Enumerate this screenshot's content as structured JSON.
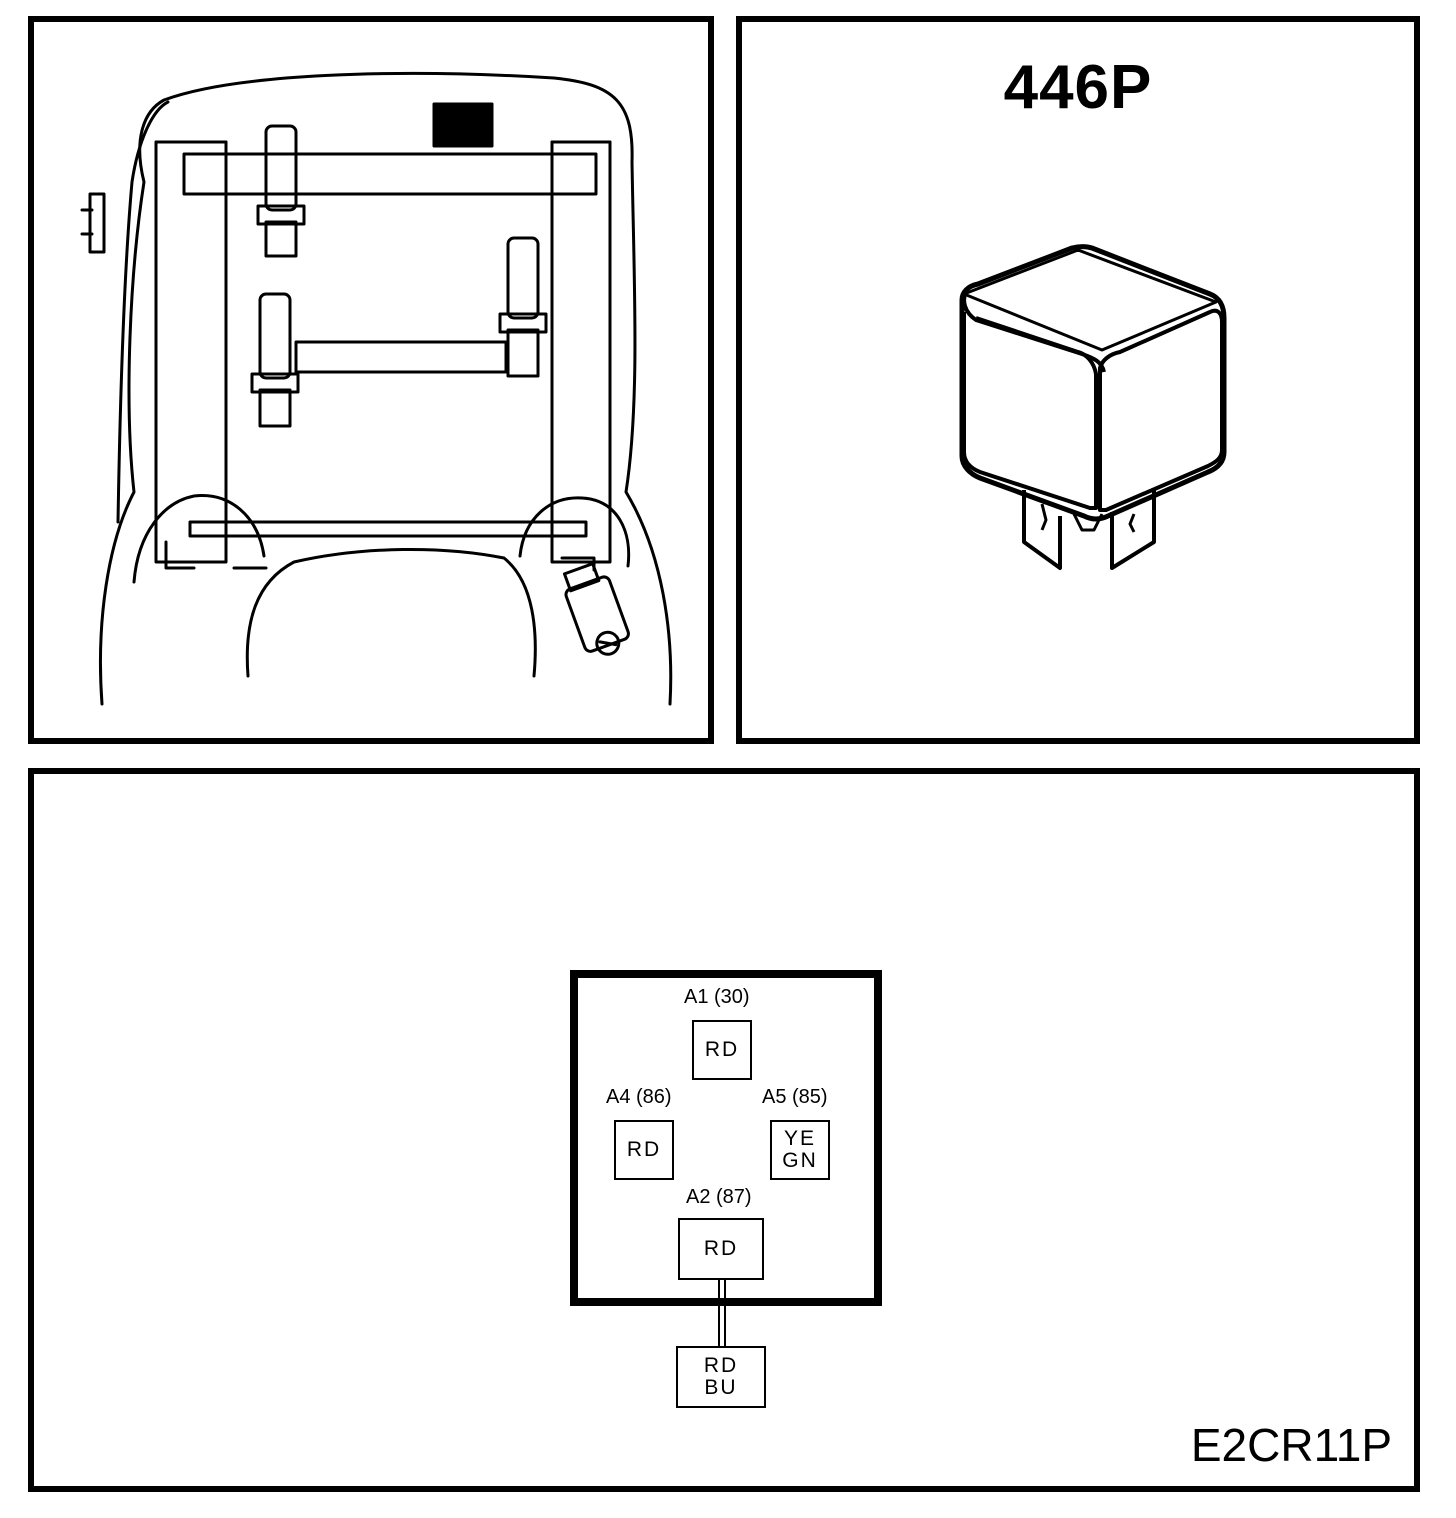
{
  "relay": {
    "title": "446P"
  },
  "pinout": {
    "pins": [
      {
        "label": "A1 (30)",
        "wire": [
          "RD"
        ]
      },
      {
        "label": "A4 (86)",
        "wire": [
          "RD"
        ]
      },
      {
        "label": "A5 (85)",
        "wire": [
          "YE",
          "GN"
        ]
      },
      {
        "label": "A2 (87)",
        "wire": [
          "RD"
        ]
      }
    ],
    "harness_wire": [
      "RD",
      "BU"
    ],
    "diagram_code": "E2CR11P"
  }
}
